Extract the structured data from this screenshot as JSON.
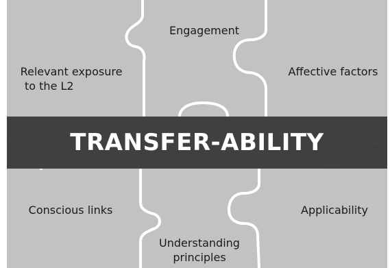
{
  "pieces": {
    "top_center": "Engagement",
    "top_left": [
      "Relevant exposure",
      "to the L2"
    ],
    "top_right": "Affective factors",
    "bottom_left": "Conscious links",
    "bottom_right": "Applicability",
    "bottom_center": [
      "Understanding",
      "principles"
    ]
  },
  "banner": {
    "title": "TRANSFER-ABILITY"
  },
  "colors": {
    "piece_fill": "#c2c2c2",
    "seam": "#ffffff",
    "banner": "#3c3c3c"
  }
}
